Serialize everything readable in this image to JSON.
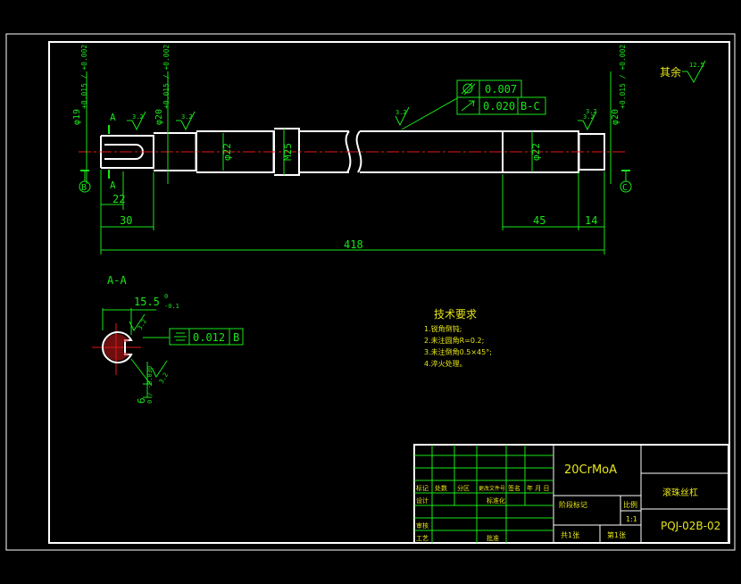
{
  "dims": {
    "dia_19": "φ19",
    "tol_19": "+0.015 / +0.002",
    "dia_20_left": "φ20",
    "tol_20_left": "+0.015 / +0.002",
    "dia_20_right": "φ20",
    "tol_20_right": "+0.015 / +0.002",
    "dia_22_left": "φ22",
    "thread": "M25",
    "dia_22_right": "φ22",
    "len_22": "22",
    "len_30": "30",
    "len_45": "45",
    "len_14": "14",
    "len_total": "418",
    "section_letter_top": "A",
    "section_letter_bottom": "A",
    "datum_b": "B",
    "datum_c": "C",
    "rough_1": "3.2",
    "rough_2": "3.2",
    "rough_3": "3.2",
    "rough_4": "3.2",
    "rough_5": "3.2",
    "rough_rest_label": "其余",
    "rough_rest_value": "12.5"
  },
  "tolerance_frame": {
    "row1_value": "0.007",
    "row2_value": "0.020",
    "row2_datum": "B-C"
  },
  "section": {
    "title": "A-A",
    "key_width": "15.5",
    "key_width_tol_top": "0",
    "key_width_tol_bottom": "-0.1",
    "key_depth": "6",
    "key_depth_tol": "0 / -0.030",
    "rough_a": "3.2",
    "rough_b": "3.2",
    "symmetry_value": "0.012",
    "symmetry_datum": "B"
  },
  "tech_req": {
    "title": "技术要求",
    "items": [
      "1.锐角倒钝;",
      "2.未注圆角R=0.2;",
      "3.未注倒角0.5×45°;",
      "4.淬火处理。"
    ]
  },
  "title_block": {
    "material": "20CrMoA",
    "part_name": "滚珠丝杠",
    "drawing_no": "PQJ-02B-02",
    "scale_label": "比例",
    "scale_value": "1:1",
    "stage_label": "阶段标记",
    "mark": "标记",
    "count": "处数",
    "zone": "分区",
    "change_doc": "更改文件号",
    "sign": "签名",
    "date": "年 月 日",
    "design": "设计",
    "standardize": "标准化",
    "review": "审核",
    "process": "工艺",
    "approve": "批准",
    "sheets_total": "共1张",
    "sheet_no": "第1张"
  }
}
